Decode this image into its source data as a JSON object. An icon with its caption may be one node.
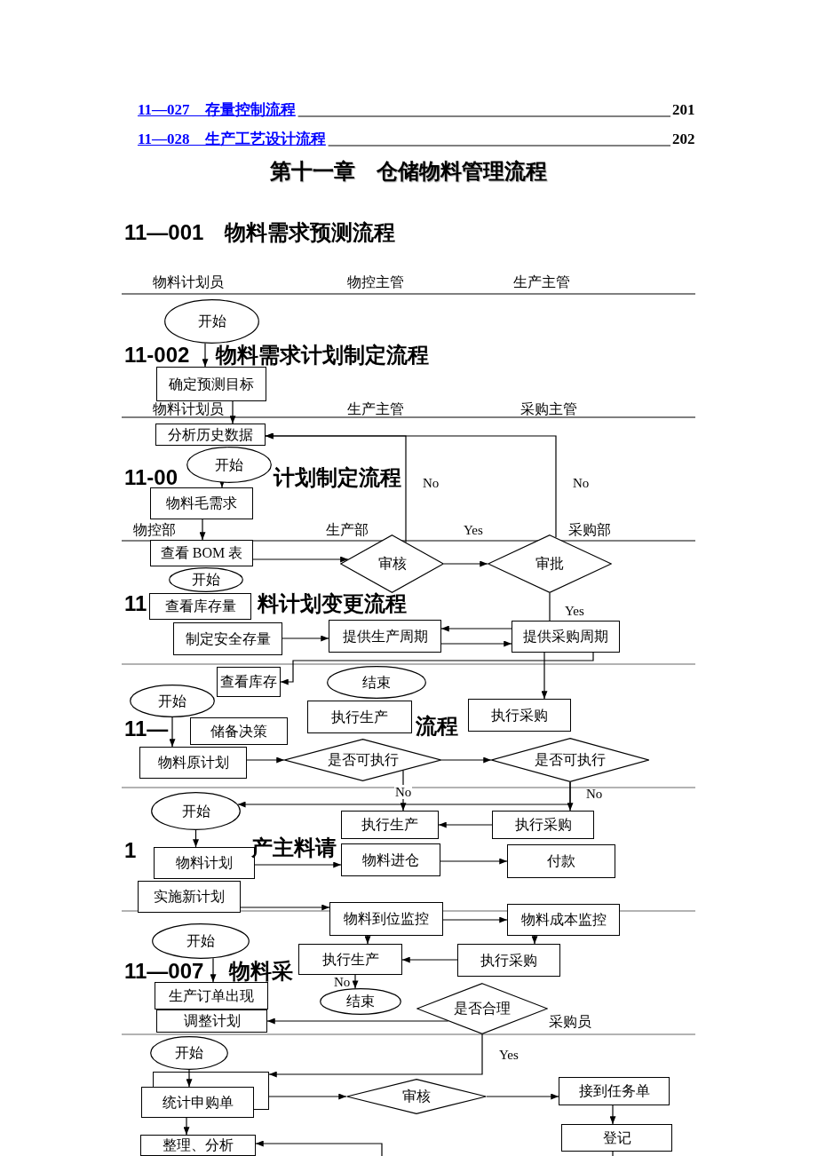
{
  "diagram": {
    "title": "第十一章　仓储物料管理流程",
    "nodes": [
      {
        "text": [
          "开始"
        ]
      },
      {
        "text": [
          "确定预测目标"
        ]
      },
      {
        "text": [
          "分析历史数据"
        ]
      },
      {
        "text": [
          "开始"
        ]
      },
      {
        "text": [
          "物料毛需求"
        ]
      },
      {
        "text": [
          "查看 BOM 表"
        ]
      },
      {
        "text": [
          "审核"
        ]
      },
      {
        "text": [
          "审批"
        ]
      },
      {
        "text": [
          "开始"
        ]
      },
      {
        "text": [
          "查看库存量"
        ]
      },
      {
        "text": [
          "制定安全存量"
        ]
      },
      {
        "text": [
          "提供生产周期"
        ]
      },
      {
        "text": [
          "提供采购周期"
        ]
      },
      {
        "text": [
          "查看库存"
        ]
      },
      {
        "text": [
          "结束"
        ]
      },
      {
        "text": [
          "执行生产"
        ]
      },
      {
        "text": [
          "执行采购"
        ]
      },
      {
        "text": [
          "开始"
        ]
      },
      {
        "text": [
          "储备决策"
        ]
      },
      {
        "text": [
          "物料原计划"
        ]
      },
      {
        "text": [
          "是否可执行"
        ]
      },
      {
        "text": [
          "是否可执行"
        ]
      },
      {
        "text": [
          "开始"
        ]
      },
      {
        "text": [
          "执行生产"
        ]
      },
      {
        "text": [
          "执行采购"
        ]
      },
      {
        "text": [
          "物料计划"
        ]
      },
      {
        "text": [
          "物料进仓"
        ]
      },
      {
        "text": [
          "付款"
        ]
      },
      {
        "text": [
          "实施新计划"
        ]
      },
      {
        "text": [
          "物料到位监控"
        ]
      },
      {
        "text": [
          "物料成本监控"
        ]
      },
      {
        "text": [
          "开始"
        ]
      },
      {
        "text": [
          "执行生产"
        ]
      },
      {
        "text": [
          "执行采购"
        ]
      },
      {
        "text": [
          "生产订单出现"
        ]
      },
      {
        "text": [
          "结束"
        ]
      },
      {
        "text": [
          "是否合理"
        ]
      },
      {
        "text": [
          "调整计划"
        ]
      },
      {
        "text": [
          "开始"
        ]
      },
      {
        "text": [
          "统计申购单"
        ]
      },
      {
        "text": [
          "审核"
        ]
      },
      {
        "text": [
          "接到任务单"
        ]
      },
      {
        "text": [
          "登记"
        ]
      },
      {
        "text": [
          "整理、分析"
        ]
      }
    ],
    "edges": [
      {
        "from": 0,
        "to": 1,
        "arrow": "to"
      },
      {
        "from": 1,
        "to": 2,
        "arrow": "to"
      },
      {
        "from": 6,
        "to": 2,
        "arrow": "to",
        "label": "No"
      },
      {
        "from": 7,
        "to": 2,
        "arrow": "to",
        "label": "No"
      },
      {
        "from": 3,
        "to": 4,
        "arrow": "to"
      },
      {
        "from": 4,
        "to": 5,
        "arrow": "to"
      },
      {
        "from": 5,
        "to": 6,
        "arrow": "to"
      },
      {
        "from": 6,
        "to": 7,
        "arrow": "to",
        "label": "Yes"
      },
      {
        "from": 7,
        "to": 12,
        "arrow": "none",
        "label": "Yes"
      },
      {
        "from": 10,
        "to": 11,
        "arrow": "to"
      },
      {
        "from": 12,
        "to": 11,
        "arrow": "to"
      },
      {
        "from": 11,
        "to": 12,
        "arrow": "to"
      },
      {
        "from": 12,
        "to": 13,
        "arrow": "to"
      },
      {
        "from": 12,
        "to": 16,
        "arrow": "to"
      },
      {
        "from": 17,
        "to": 19,
        "arrow": "to"
      },
      {
        "from": 19,
        "to": 20,
        "arrow": "to"
      },
      {
        "from": 20,
        "to": 21,
        "arrow": "to"
      },
      {
        "from": 20,
        "to": 23,
        "arrow": "to",
        "label": "No"
      },
      {
        "from": 21,
        "to": 24,
        "arrow": "to",
        "label": "No"
      },
      {
        "from": 21,
        "to": 22,
        "arrow": "to"
      },
      {
        "from": 24,
        "to": 23,
        "arrow": "to"
      },
      {
        "from": 22,
        "to": 25,
        "arrow": "to"
      },
      {
        "from": 25,
        "to": 26,
        "arrow": "to"
      },
      {
        "from": 26,
        "to": 27,
        "arrow": "to"
      },
      {
        "from": 28,
        "to": 29,
        "arrow": "to"
      },
      {
        "from": 29,
        "to": 30,
        "arrow": "to"
      },
      {
        "from": 29,
        "to": 32,
        "arrow": "to"
      },
      {
        "from": 30,
        "to": 33,
        "arrow": "to"
      },
      {
        "from": 33,
        "to": 32,
        "arrow": "to"
      },
      {
        "from": 31,
        "to": 34,
        "arrow": "to"
      },
      {
        "from": 32,
        "to": 35,
        "arrow": "to",
        "label": "No"
      },
      {
        "from": 36,
        "to": 37,
        "arrow": "to"
      },
      {
        "from": 36,
        "to": 39,
        "arrow": "to",
        "label": "Yes"
      },
      {
        "from": 39,
        "to": 40,
        "arrow": "to"
      },
      {
        "from": 40,
        "to": 41,
        "arrow": "to"
      },
      {
        "from": 41,
        "to": 42,
        "arrow": "to"
      },
      {
        "from": 42,
        "to": null,
        "arrow": "none"
      },
      {
        "from": null,
        "to": 43,
        "arrow": "to"
      },
      {
        "from": 38,
        "to": 39,
        "arrow": "to"
      },
      {
        "from": 39,
        "to": 43,
        "arrow": "to"
      }
    ],
    "labels": [
      "11—027　存量控制流程",
      "201",
      "11—028　生产工艺设计流程",
      "202",
      "11—001　物料需求预测流程",
      "物料计划员",
      "物控主管",
      "生产主管",
      "11-002",
      "物料需求计划制定流程",
      "物料计划员",
      "生产主管",
      "采购主管",
      "11-00",
      "计划制定流程",
      "物控部",
      "生产部",
      "采购部",
      "11",
      "料计划变更流程",
      "11—",
      "流程",
      "1",
      "产主料请",
      "11—007",
      "物料采",
      "采购员"
    ]
  }
}
